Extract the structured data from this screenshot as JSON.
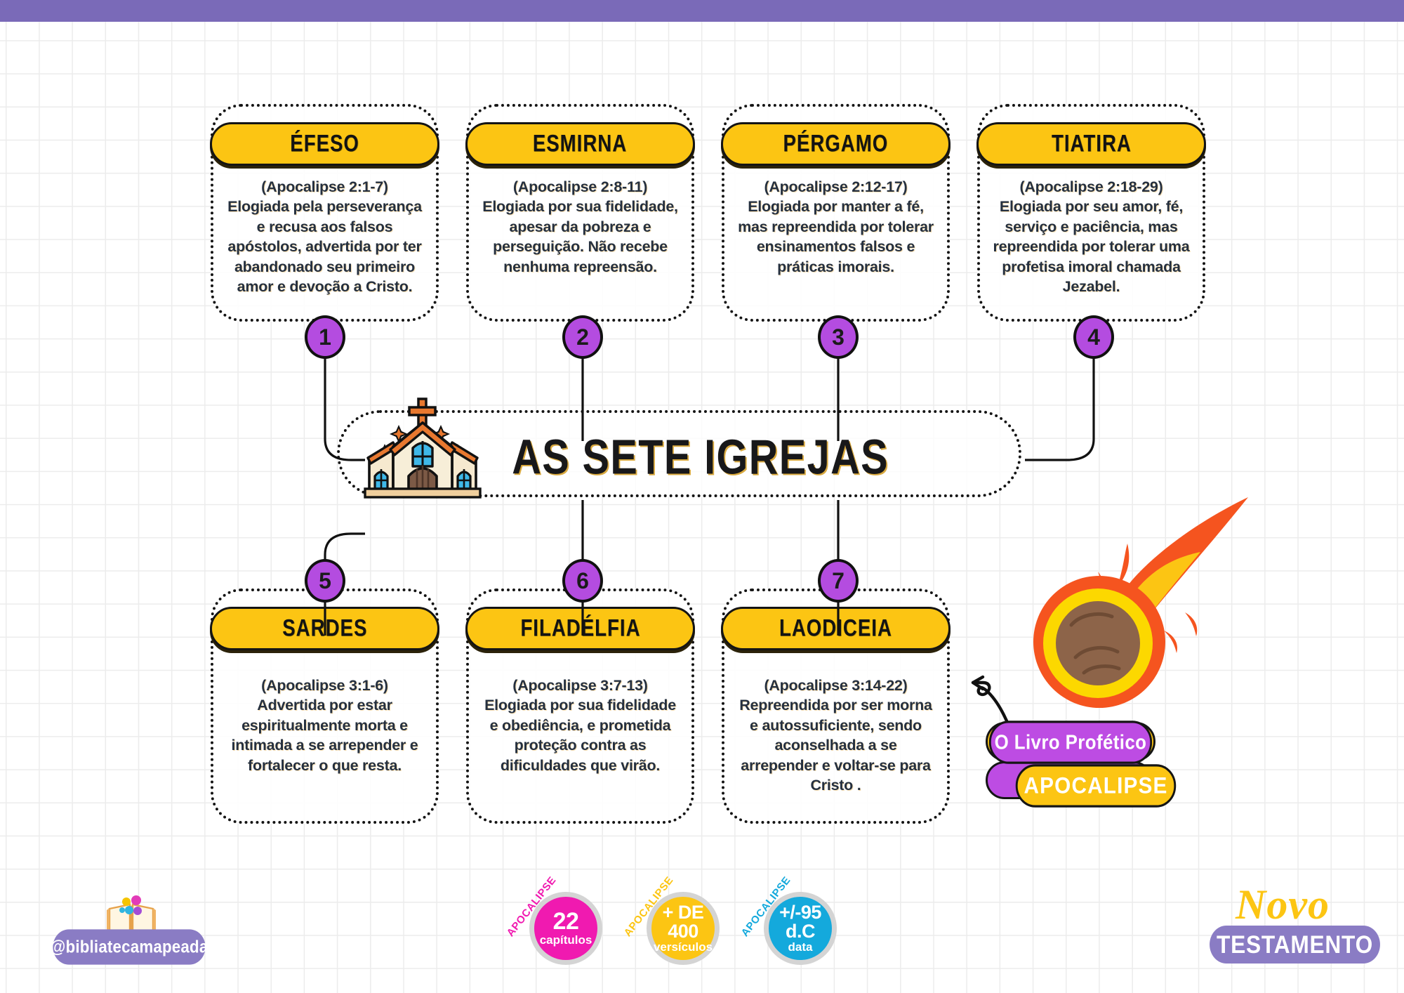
{
  "top_bar_color": "#7a6ab8",
  "accent_yellow": "#fcc513",
  "accent_purple": "#b44ce0",
  "center": {
    "title": "AS SETE IGREJAS",
    "icon": "church-icon"
  },
  "churches": [
    {
      "number": "1",
      "name": "ÉFESO",
      "reference": "(Apocalipse 2:1-7)",
      "description": "Elogiada pela perseverança e recusa aos falsos apóstolos, advertida por ter abandonado seu primeiro amor e devoção a Cristo."
    },
    {
      "number": "2",
      "name": "ESMIRNA",
      "reference": "(Apocalipse 2:8-11)",
      "description": "Elogiada por sua fidelidade, apesar da pobreza e perseguição. Não recebe nenhuma repreensão."
    },
    {
      "number": "3",
      "name": "PÉRGAMO",
      "reference": "(Apocalipse 2:12-17)",
      "description": "Elogiada por manter a fé, mas repreendida por tolerar ensinamentos falsos e práticas imorais."
    },
    {
      "number": "4",
      "name": "TIATIRA",
      "reference": "(Apocalipse 2:18-29)",
      "description": "Elogiada por seu amor, fé, serviço e paciência, mas repreendida por tolerar uma profetisa imoral chamada Jezabel."
    },
    {
      "number": "5",
      "name": "SARDES",
      "reference": "(Apocalipse 3:1-6)",
      "description": "Advertida por estar espiritualmente morta e intimada a se arrepender e fortalecer o que resta."
    },
    {
      "number": "6",
      "name": "FILADÉLFIA",
      "reference": "(Apocalipse 3:7-13)",
      "description": "Elogiada por sua fidelidade e obediência, e prometida proteção contra as dificuldades que virão."
    },
    {
      "number": "7",
      "name": "LAODICEIA",
      "reference": "(Apocalipse 3:14-22)",
      "description": "Repreendida por ser morna e autossuficiente, sendo aconselhada a se arrepender e voltar-se para Cristo ."
    }
  ],
  "side_badge": {
    "top_label": "O Livro Profético",
    "bottom_label": "APOCALIPSE",
    "icon": "comet-fire-icon",
    "arrow_icon": "curved-arrow-icon"
  },
  "footer": {
    "handle": "@bibliatecamapeada",
    "handle_icon": "open-book-icon",
    "stats": [
      {
        "arc": "APOCALIPSE",
        "value": "22",
        "unit": "capítulos",
        "color": "#f01ab0"
      },
      {
        "arc": "APOCALIPSE",
        "line1": "+ DE",
        "line2": "400",
        "unit": "versículos",
        "color": "#fcc513"
      },
      {
        "arc": "APOCALIPSE",
        "line1": "+/-95",
        "line2": "d.C",
        "unit": "data",
        "color": "#14a9dc"
      }
    ],
    "testament": {
      "script": "Novo",
      "pill": "TESTAMENTO"
    }
  }
}
